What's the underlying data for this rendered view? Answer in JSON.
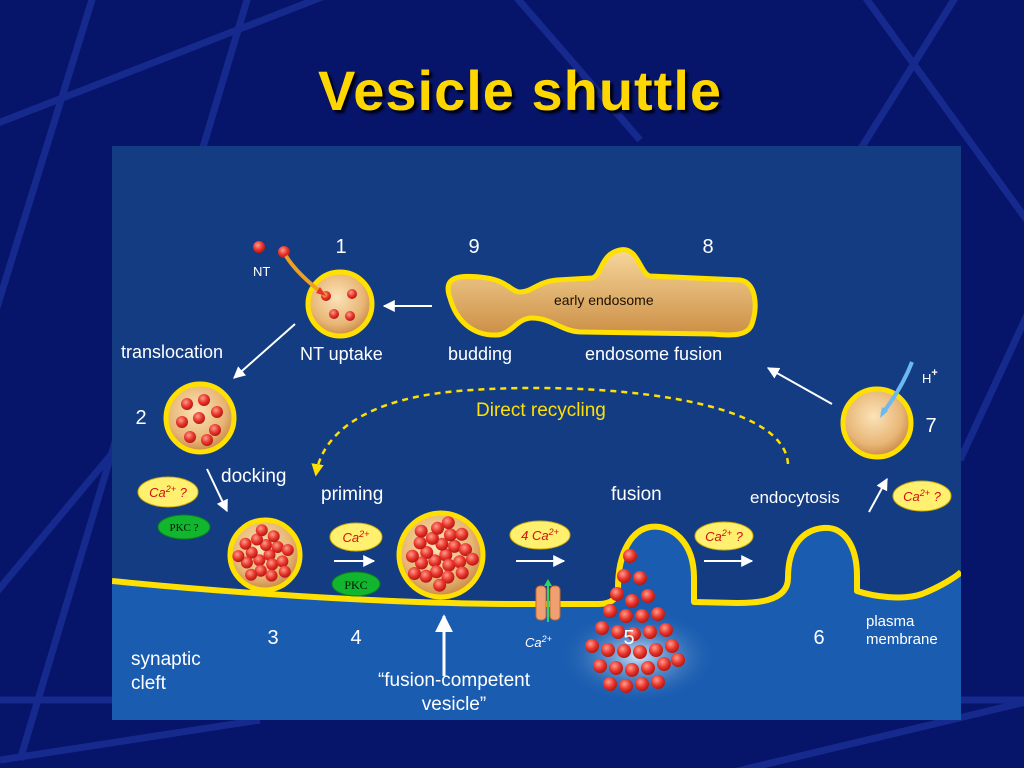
{
  "slide": {
    "title": "Vesicle shuttle"
  },
  "diagram": {
    "colors": {
      "background": "#06146a",
      "panel": "#133c82",
      "cleft": "#1a5cb0",
      "membrane": "#ffe000",
      "vesicle_fill": "#f2c98a",
      "nt_molecule": "#e8332a",
      "title": "#ffd700",
      "pkc_badge": "#11b52e",
      "direct_recycling": "#ffe000"
    },
    "steps": {
      "s1": "1",
      "s2": "2",
      "s3": "3",
      "s4": "4",
      "s5": "5",
      "s6": "6",
      "s7": "7",
      "s8": "8",
      "s9": "9"
    },
    "labels": {
      "nt": "NT",
      "nt_uptake": "NT uptake",
      "budding": "budding",
      "endosome_fusion": "endosome fusion",
      "early_endosome": "early endosome",
      "translocation": "translocation",
      "direct_recycling": "Direct recycling",
      "h_plus": "H",
      "h_plus_sup": "+",
      "docking": "docking",
      "priming": "priming",
      "fusion": "fusion",
      "endocytosis": "endocytosis",
      "synaptic_cleft_1": "synaptic",
      "synaptic_cleft_2": "cleft",
      "plasma_membrane_1": "plasma",
      "plasma_membrane_2": "membrane",
      "fusion_competent_1": "“fusion-competent",
      "fusion_competent_2": "vesicle”",
      "ca_channel": "Ca",
      "ca_channel_sup": "2+"
    },
    "badges": {
      "docking_ca": {
        "base": "Ca",
        "sup": "2+",
        "suffix": " ?"
      },
      "docking_pkc": "PKC ?",
      "priming_ca": {
        "base": "Ca",
        "sup": "2+",
        "suffix": ""
      },
      "priming_pkc": "PKC",
      "fusion_ca": {
        "base": "4 Ca",
        "sup": "2+",
        "suffix": ""
      },
      "endocytosis_ca": {
        "base": "Ca",
        "sup": "2+",
        "suffix": " ?"
      },
      "recycle_ca": {
        "base": "Ca",
        "sup": "2+",
        "suffix": " ?"
      }
    }
  }
}
